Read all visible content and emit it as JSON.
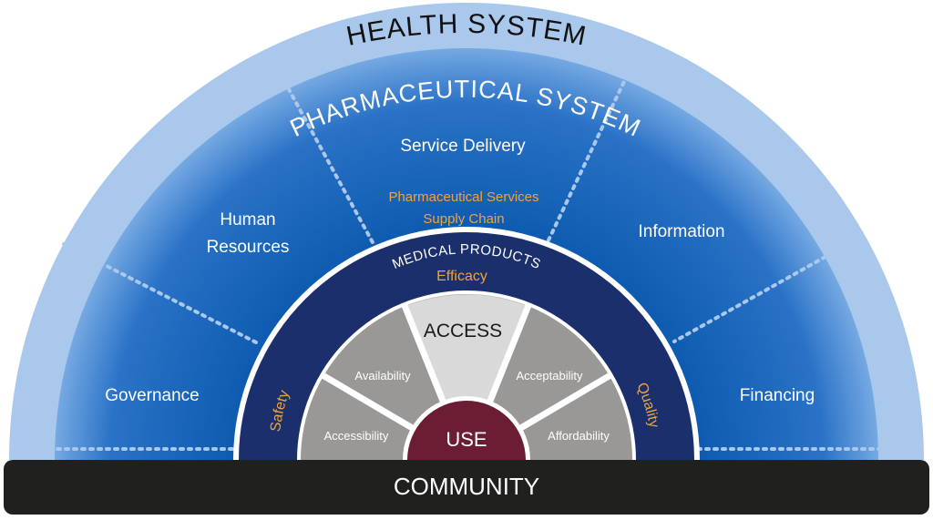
{
  "colors": {
    "outer_band": "#a9c8ec",
    "inner_blue": "#0b55a6",
    "mid_blue": "#2f73c8",
    "navy_ring": "#1b2f6d",
    "grey_light": "#d8d8d8",
    "grey_dark": "#9a9896",
    "maroon": "#6b1e33",
    "orange": "#f0a33c",
    "community_bar": "#20211f",
    "white": "#ffffff"
  },
  "outer_title": "HEALTH SYSTEM",
  "inner_title": "PHARMACEUTICAL SYSTEM",
  "segments": {
    "governance": "Governance",
    "human_resources_line1": "Human",
    "human_resources_line2": "Resources",
    "service_delivery": "Service Delivery",
    "information": "Information",
    "financing": "Financing"
  },
  "pharma_services": {
    "line1": "Pharmaceutical Services",
    "line2": "Supply Chain"
  },
  "medical_products": {
    "title": "MEDICAL PRODUCTS",
    "efficacy": "Efficacy",
    "safety": "Safety",
    "quality": "Quality"
  },
  "access_wheel": {
    "access": "ACCESS",
    "availability": "Availability",
    "acceptability": "Acceptability",
    "accessibility": "Accessibility",
    "affordability": "Affordability",
    "use": "USE"
  },
  "community": "COMMUNITY",
  "icons": [
    "dotted-divider-icon"
  ]
}
